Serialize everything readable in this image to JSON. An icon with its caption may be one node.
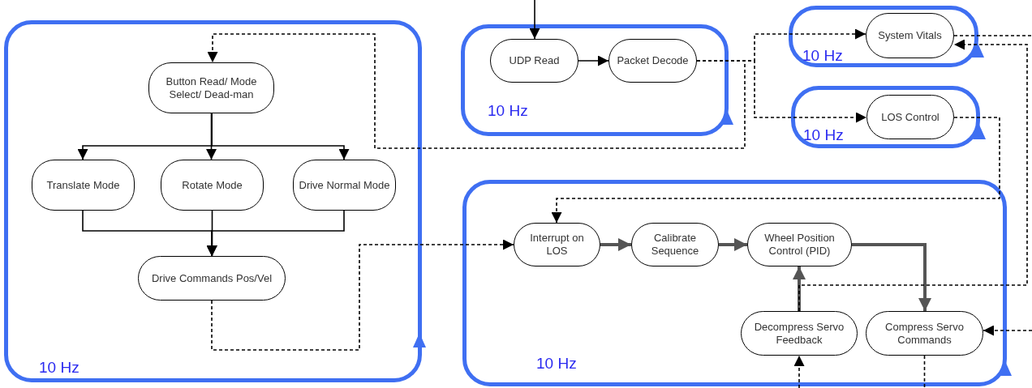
{
  "diagram": {
    "nodes": [
      {
        "text": [
          "10 Hz"
        ]
      },
      {
        "text": [
          "Button Read/ Mode Select/ Dead-man"
        ],
        "in": 0
      },
      {
        "text": [
          "Translate Mode"
        ],
        "in": 0
      },
      {
        "text": [
          "Rotate Mode"
        ],
        "in": 0
      },
      {
        "text": [
          "Drive Normal Mode"
        ],
        "in": 0
      },
      {
        "text": [
          "Drive Commands Pos/Vel"
        ],
        "in": 0
      },
      {
        "text": [
          "10 Hz"
        ]
      },
      {
        "text": [
          "UDP Read"
        ],
        "in": 6
      },
      {
        "text": [
          "Packet Decode"
        ],
        "in": 6
      },
      {
        "text": [
          "10 Hz"
        ]
      },
      {
        "text": [
          "System Vitals"
        ],
        "in": 9
      },
      {
        "text": [
          "10 Hz"
        ]
      },
      {
        "text": [
          "LOS Control"
        ],
        "in": 11
      },
      {
        "text": [
          "10 Hz"
        ]
      },
      {
        "text": [
          "Interrupt on LOS"
        ],
        "in": 13
      },
      {
        "text": [
          "Calibrate Sequence"
        ],
        "in": 13
      },
      {
        "text": [
          "Wheel Position Control (PID)"
        ],
        "in": 13
      },
      {
        "text": [
          "Decompress Servo Feedback"
        ],
        "in": 13
      },
      {
        "text": [
          "Compress Servo Commands"
        ],
        "in": 13
      }
    ],
    "edges": [
      {
        "from": null,
        "to": 7,
        "arrow": "to"
      },
      {
        "from": 7,
        "to": 8,
        "arrow": "to"
      },
      {
        "from": 8,
        "to": 1,
        "arrow": "to",
        "style": "dashed"
      },
      {
        "from": 8,
        "to": 10,
        "arrow": "to",
        "style": "dashed"
      },
      {
        "from": 8,
        "to": 12,
        "arrow": "to",
        "style": "dashed"
      },
      {
        "from": 1,
        "to": 2,
        "arrow": "to"
      },
      {
        "from": 1,
        "to": 3,
        "arrow": "to"
      },
      {
        "from": 1,
        "to": 4,
        "arrow": "to"
      },
      {
        "from": 2,
        "to": 5,
        "arrow": "to"
      },
      {
        "from": 3,
        "to": 5,
        "arrow": "to"
      },
      {
        "from": 4,
        "to": 5,
        "arrow": "to"
      },
      {
        "from": 5,
        "to": 14,
        "arrow": "to",
        "style": "dashed"
      },
      {
        "from": 12,
        "to": 14,
        "arrow": "to",
        "style": "dashed"
      },
      {
        "from": 14,
        "to": 15,
        "arrow": "to",
        "style": "thick",
        "color": "#555555"
      },
      {
        "from": 15,
        "to": 16,
        "arrow": "to",
        "style": "thick",
        "color": "#555555"
      },
      {
        "from": 16,
        "to": 18,
        "arrow": "to",
        "style": "thick",
        "color": "#555555"
      },
      {
        "from": 17,
        "to": 16,
        "arrow": "to",
        "style": "thick",
        "color": "#555555"
      },
      {
        "from": null,
        "to": 17,
        "arrow": "to",
        "style": "dashed"
      },
      {
        "from": 18,
        "to": null,
        "arrow": "none",
        "style": "dashed"
      },
      {
        "from": null,
        "to": 18,
        "arrow": "to",
        "style": "dashed"
      },
      {
        "from": 17,
        "to": 10,
        "arrow": "to",
        "style": "dashed"
      },
      {
        "from": 10,
        "to": null,
        "arrow": "none",
        "style": "dashed"
      }
    ]
  }
}
